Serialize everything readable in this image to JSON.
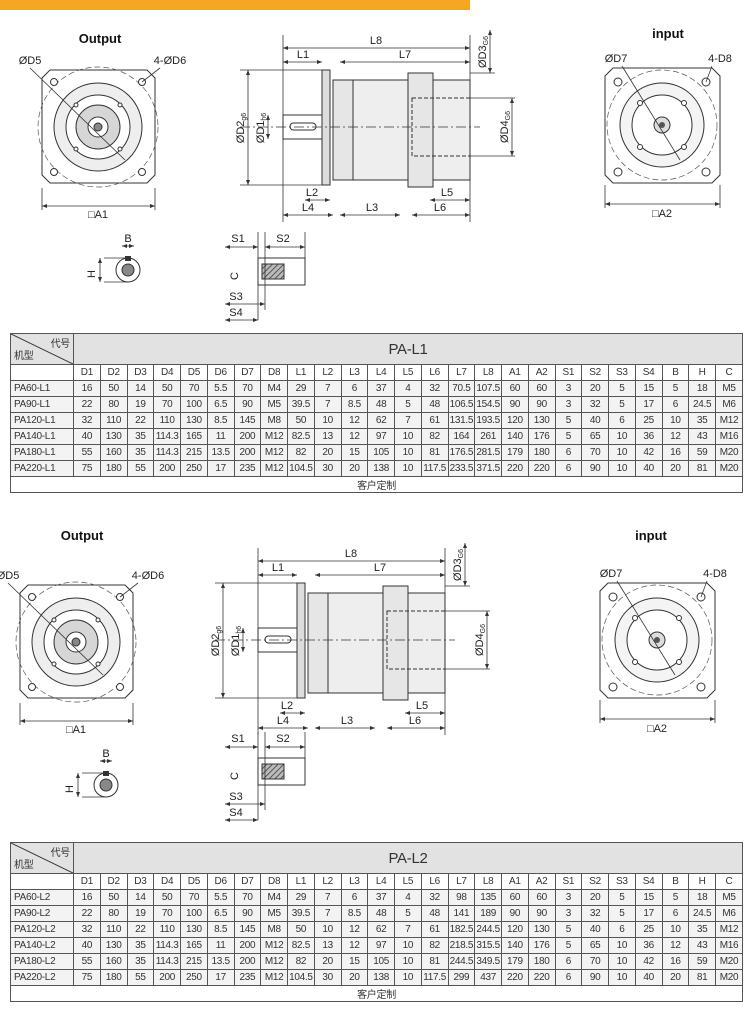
{
  "colors": {
    "top_bar": "#f5a623"
  },
  "sections": [
    {
      "labels": {
        "output_title": "Output",
        "input_title": "input",
        "d5": "ØD5",
        "d6": "4-ØD6",
        "a1": "□A1",
        "b": "B",
        "h": "H",
        "l8": "L8",
        "l1": "L1",
        "l7": "L7",
        "d2": "ØD2",
        "d2_tol": "g6",
        "d1": "ØD1",
        "d1_tol": "h6",
        "d3": "ØD3",
        "d3_tol": "G6",
        "d4": "ØD4",
        "d4_tol": "G6",
        "l2": "L2",
        "l4": "L4",
        "l3": "L3",
        "l5": "L5",
        "l6": "L6",
        "s1": "S1",
        "s2": "S2",
        "c": "C",
        "s3": "S3",
        "s4": "S4",
        "d7": "ØD7",
        "d8": "4-D8",
        "a2": "□A2"
      },
      "table": {
        "corner_top": "代号",
        "corner_bottom": "机型",
        "series": "PA-L1",
        "columns": [
          "D1",
          "D2",
          "D3",
          "D4",
          "D5",
          "D6",
          "D7",
          "D8",
          "L1",
          "L2",
          "L3",
          "L4",
          "L5",
          "L6",
          "L7",
          "L8",
          "A1",
          "A2",
          "S1",
          "S2",
          "S3",
          "S4",
          "B",
          "H",
          "C"
        ],
        "rows": [
          {
            "model": "PA60-L1",
            "values": [
              "16",
              "50",
              "14",
              "50",
              "70",
              "5.5",
              "70",
              "M4",
              "29",
              "7",
              "6",
              "37",
              "4",
              "32",
              "70.5",
              "107.5",
              "60",
              "60",
              "3",
              "20",
              "5",
              "15",
              "5",
              "18",
              "M5"
            ]
          },
          {
            "model": "PA90-L1",
            "values": [
              "22",
              "80",
              "19",
              "70",
              "100",
              "6.5",
              "90",
              "M5",
              "39.5",
              "7",
              "8.5",
              "48",
              "5",
              "48",
              "106.5",
              "154.5",
              "90",
              "90",
              "3",
              "32",
              "5",
              "17",
              "6",
              "24.5",
              "M6"
            ]
          },
          {
            "model": "PA120-L1",
            "values": [
              "32",
              "110",
              "22",
              "110",
              "130",
              "8.5",
              "145",
              "M8",
              "50",
              "10",
              "12",
              "62",
              "7",
              "61",
              "131.5",
              "193.5",
              "120",
              "130",
              "5",
              "40",
              "6",
              "25",
              "10",
              "35",
              "M12"
            ]
          },
          {
            "model": "PA140-L1",
            "values": [
              "40",
              "130",
              "35",
              "114.3",
              "165",
              "11",
              "200",
              "M12",
              "82.5",
              "13",
              "12",
              "97",
              "10",
              "82",
              "164",
              "261",
              "140",
              "176",
              "5",
              "65",
              "10",
              "36",
              "12",
              "43",
              "M16"
            ]
          },
          {
            "model": "PA180-L1",
            "values": [
              "55",
              "160",
              "35",
              "114.3",
              "215",
              "13.5",
              "200",
              "M12",
              "82",
              "20",
              "15",
              "105",
              "10",
              "81",
              "176.5",
              "281.5",
              "179",
              "180",
              "6",
              "70",
              "10",
              "42",
              "16",
              "59",
              "M20"
            ]
          },
          {
            "model": "PA220-L1",
            "values": [
              "75",
              "180",
              "55",
              "200",
              "250",
              "17",
              "235",
              "M12",
              "104.5",
              "30",
              "20",
              "138",
              "10",
              "117.5",
              "233.5",
              "371.5",
              "220",
              "220",
              "6",
              "90",
              "10",
              "40",
              "20",
              "81",
              "M20"
            ]
          }
        ],
        "footer": "客户定制"
      }
    },
    {
      "labels": {
        "output_title": "Output",
        "input_title": "input",
        "d5": "ØD5",
        "d6": "4-ØD6",
        "a1": "□A1",
        "b": "B",
        "h": "H",
        "l8": "L8",
        "l1": "L1",
        "l7": "L7",
        "d2": "ØD2",
        "d2_tol": "g6",
        "d1": "ØD1",
        "d1_tol": "h6",
        "d3": "ØD3",
        "d3_tol": "G6",
        "d4": "ØD4",
        "d4_tol": "G6",
        "l2": "L2",
        "l4": "L4",
        "l3": "L3",
        "l5": "L5",
        "l6": "L6",
        "s1": "S1",
        "s2": "S2",
        "c": "C",
        "s3": "S3",
        "s4": "S4",
        "d7": "ØD7",
        "d8": "4-D8",
        "a2": "□A2"
      },
      "table": {
        "corner_top": "代号",
        "corner_bottom": "机型",
        "series": "PA-L2",
        "columns": [
          "D1",
          "D2",
          "D3",
          "D4",
          "D5",
          "D6",
          "D7",
          "D8",
          "L1",
          "L2",
          "L3",
          "L4",
          "L5",
          "L6",
          "L7",
          "L8",
          "A1",
          "A2",
          "S1",
          "S2",
          "S3",
          "S4",
          "B",
          "H",
          "C"
        ],
        "rows": [
          {
            "model": "PA60-L2",
            "values": [
              "16",
              "50",
              "14",
              "50",
              "70",
              "5.5",
              "70",
              "M4",
              "29",
              "7",
              "6",
              "37",
              "4",
              "32",
              "98",
              "135",
              "60",
              "60",
              "3",
              "20",
              "5",
              "15",
              "5",
              "18",
              "M5"
            ]
          },
          {
            "model": "PA90-L2",
            "values": [
              "22",
              "80",
              "19",
              "70",
              "100",
              "6.5",
              "90",
              "M5",
              "39.5",
              "7",
              "8.5",
              "48",
              "5",
              "48",
              "141",
              "189",
              "90",
              "90",
              "3",
              "32",
              "5",
              "17",
              "6",
              "24.5",
              "M6"
            ]
          },
          {
            "model": "PA120-L2",
            "values": [
              "32",
              "110",
              "22",
              "110",
              "130",
              "8.5",
              "145",
              "M8",
              "50",
              "10",
              "12",
              "62",
              "7",
              "61",
              "182.5",
              "244.5",
              "120",
              "130",
              "5",
              "40",
              "6",
              "25",
              "10",
              "35",
              "M12"
            ]
          },
          {
            "model": "PA140-L2",
            "values": [
              "40",
              "130",
              "35",
              "114.3",
              "165",
              "11",
              "200",
              "M12",
              "82.5",
              "13",
              "12",
              "97",
              "10",
              "82",
              "218.5",
              "315.5",
              "140",
              "176",
              "5",
              "65",
              "10",
              "36",
              "12",
              "43",
              "M16"
            ]
          },
          {
            "model": "PA180-L2",
            "values": [
              "55",
              "160",
              "35",
              "114.3",
              "215",
              "13.5",
              "200",
              "M12",
              "82",
              "20",
              "15",
              "105",
              "10",
              "81",
              "244.5",
              "349.5",
              "179",
              "180",
              "6",
              "70",
              "10",
              "42",
              "16",
              "59",
              "M20"
            ]
          },
          {
            "model": "PA220-L2",
            "values": [
              "75",
              "180",
              "55",
              "200",
              "250",
              "17",
              "235",
              "M12",
              "104.5",
              "30",
              "20",
              "138",
              "10",
              "117.5",
              "299",
              "437",
              "220",
              "220",
              "6",
              "90",
              "10",
              "40",
              "20",
              "81",
              "M20"
            ]
          }
        ],
        "footer": "客户定制"
      }
    }
  ]
}
